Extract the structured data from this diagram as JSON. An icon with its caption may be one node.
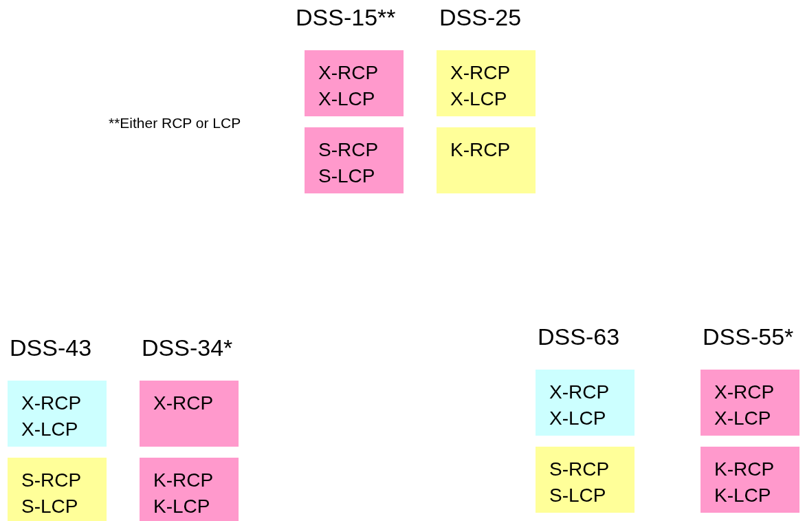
{
  "diagram": {
    "nodes": [
      {
        "text": [
          "X-RCP X-LCP"
        ]
      },
      {
        "text": [
          "S-RCP S-LCP"
        ]
      },
      {
        "text": [
          "X-RCP X-LCP"
        ]
      },
      {
        "text": [
          "K-RCP"
        ]
      },
      {
        "text": [
          "X-RCP X-LCP"
        ]
      },
      {
        "text": [
          "S-RCP S-LCP"
        ]
      },
      {
        "text": [
          "X-RCP"
        ]
      },
      {
        "text": [
          "K-RCP K-LCP"
        ]
      },
      {
        "text": [
          "X-RCP X-LCP"
        ]
      },
      {
        "text": [
          "S-RCP S-LCP"
        ]
      },
      {
        "text": [
          "X-RCP X-LCP"
        ]
      },
      {
        "text": [
          "K-RCP K-LCP"
        ]
      }
    ],
    "labels": [
      "DSS-15**",
      "DSS-25",
      "**Either RCP or LCP",
      "DSS-43",
      "DSS-34*",
      "DSS-63",
      "DSS-55*"
    ]
  }
}
